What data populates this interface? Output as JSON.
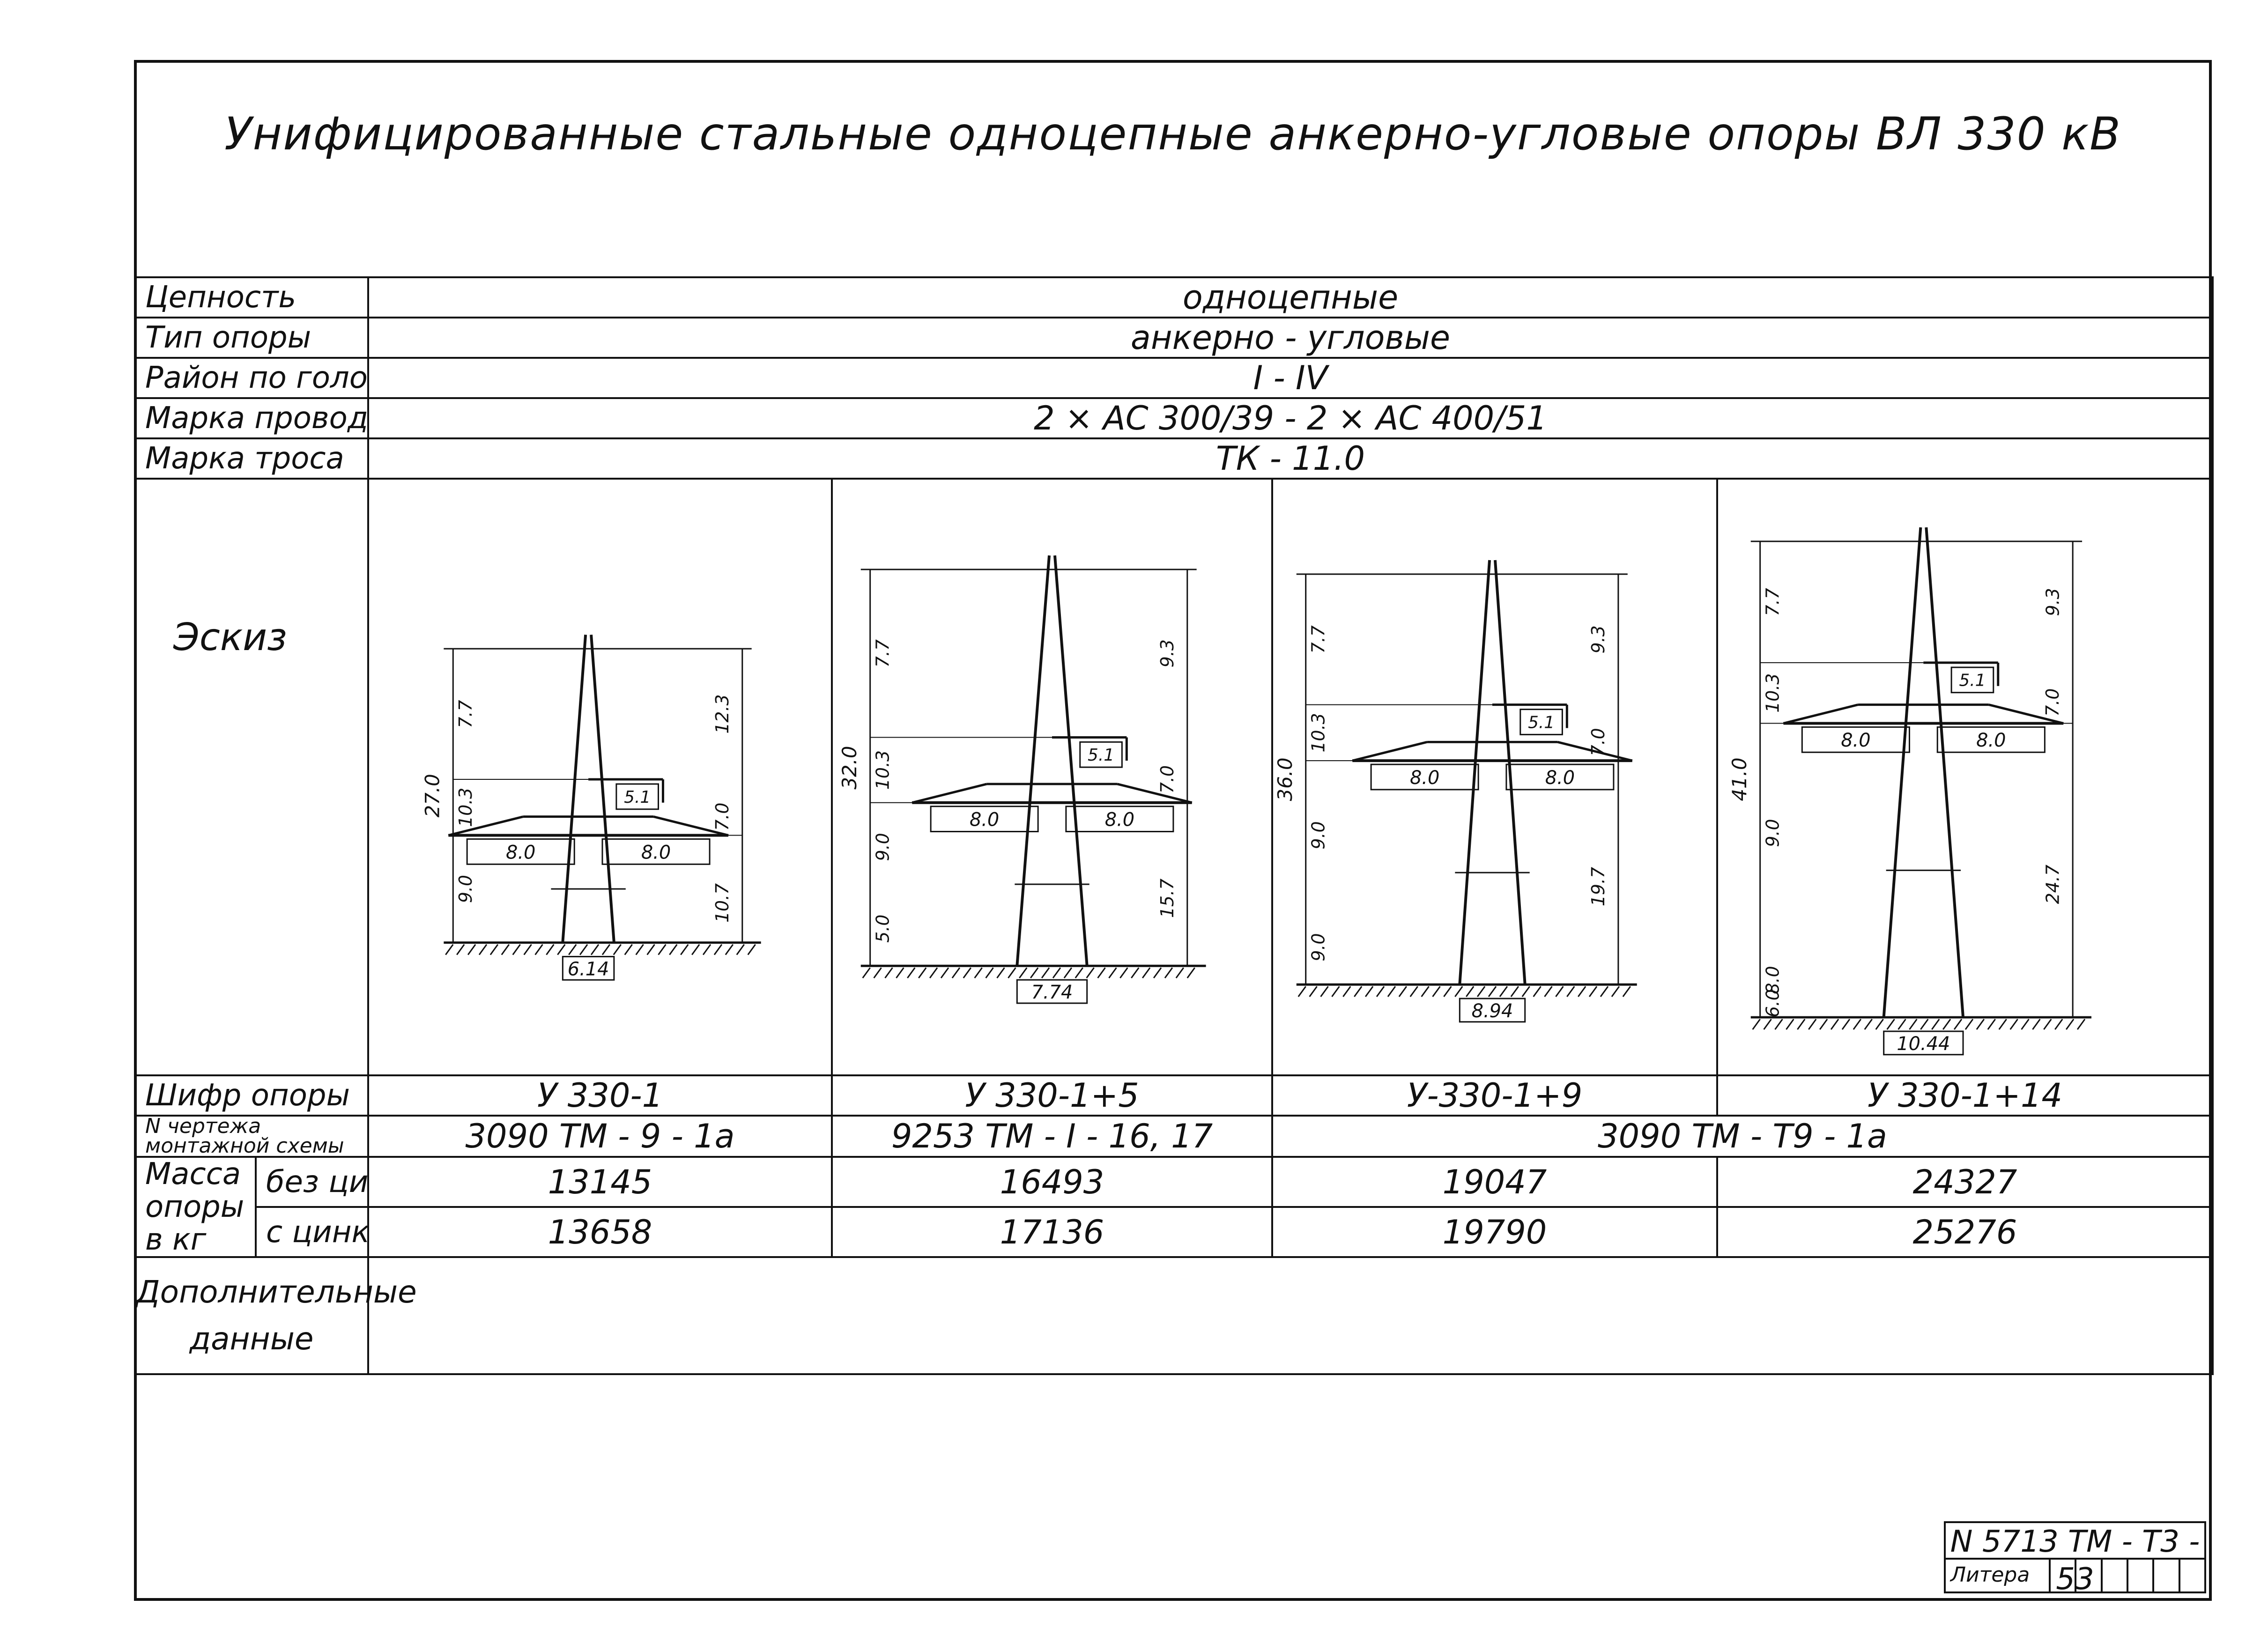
{
  "title": "Унифицированные стальные одноцепные анкерно-угловые опоры ВЛ 330 кВ",
  "rows": {
    "circuit": {
      "label": "Цепность",
      "value": "одноцепные"
    },
    "type": {
      "label": "Тип опоры",
      "value": "анкерно - угловые"
    },
    "ice": {
      "label": "Район по гололеду",
      "value": "I - IV"
    },
    "wire": {
      "label": "Марка проводов.",
      "value": "2 × АС 300/39 - 2 × АС 400/51"
    },
    "cable": {
      "label": "Марка троса",
      "value": "ТК - 11.0"
    },
    "sketch": {
      "label": "Эскиз"
    },
    "code": {
      "label": "Шифр опоры",
      "values": [
        "У 330-1",
        "У 330-1+5",
        "У-330-1+9",
        "У 330-1+14"
      ]
    },
    "drawing": {
      "label": "N чертежа монтажной схемы",
      "values": [
        "3090 ТМ - 9 - 1а",
        "9253 ТМ - I - 16, 17",
        "3090 ТМ - Т9 - 1а"
      ]
    },
    "mass": {
      "label": "Масса опоры в кг",
      "sub1": "без цинка",
      "sub2": "с цинком",
      "without": [
        "13145",
        "16493",
        "19047",
        "24327"
      ],
      "with": [
        "13658",
        "17136",
        "19790",
        "25276"
      ]
    },
    "extra": {
      "label1": "Дополнительные",
      "label2": "данные"
    }
  },
  "towers": [
    {
      "height": "27.0",
      "top": "7.7",
      "mid": "10.3",
      "low": "9.0",
      "r1": "12.3",
      "r2": "7.0",
      "r3": "10.7",
      "arm": "8.0",
      "box": "5.1",
      "base": "6.14"
    },
    {
      "height": "32.0",
      "top": "7.7",
      "mid": "10.3",
      "low": "9.0",
      "low2": "5.0",
      "r1": "9.3",
      "r2": "7.0",
      "r3": "15.7",
      "arm": "8.0",
      "box": "5.1",
      "base": "7.74"
    },
    {
      "height": "36.0",
      "top": "7.7",
      "mid": "10.3",
      "low": "9.0",
      "low2": "9.0",
      "r1": "9.3",
      "r2": "7.0",
      "r3": "19.7",
      "arm": "8.0",
      "box": "5.1",
      "base": "8.94"
    },
    {
      "height": "41.0",
      "top": "7.7",
      "mid": "10.3",
      "low": "9.0",
      "low2": "8.0",
      "low3": "6.0",
      "r1": "9.3",
      "r2": "7.0",
      "r3": "24.7",
      "arm": "8.0",
      "box": "5.1",
      "base": "10.44"
    }
  ],
  "stamp": {
    "number": "N 5713 ТМ - Т3 - 53",
    "litera": "Литера"
  }
}
